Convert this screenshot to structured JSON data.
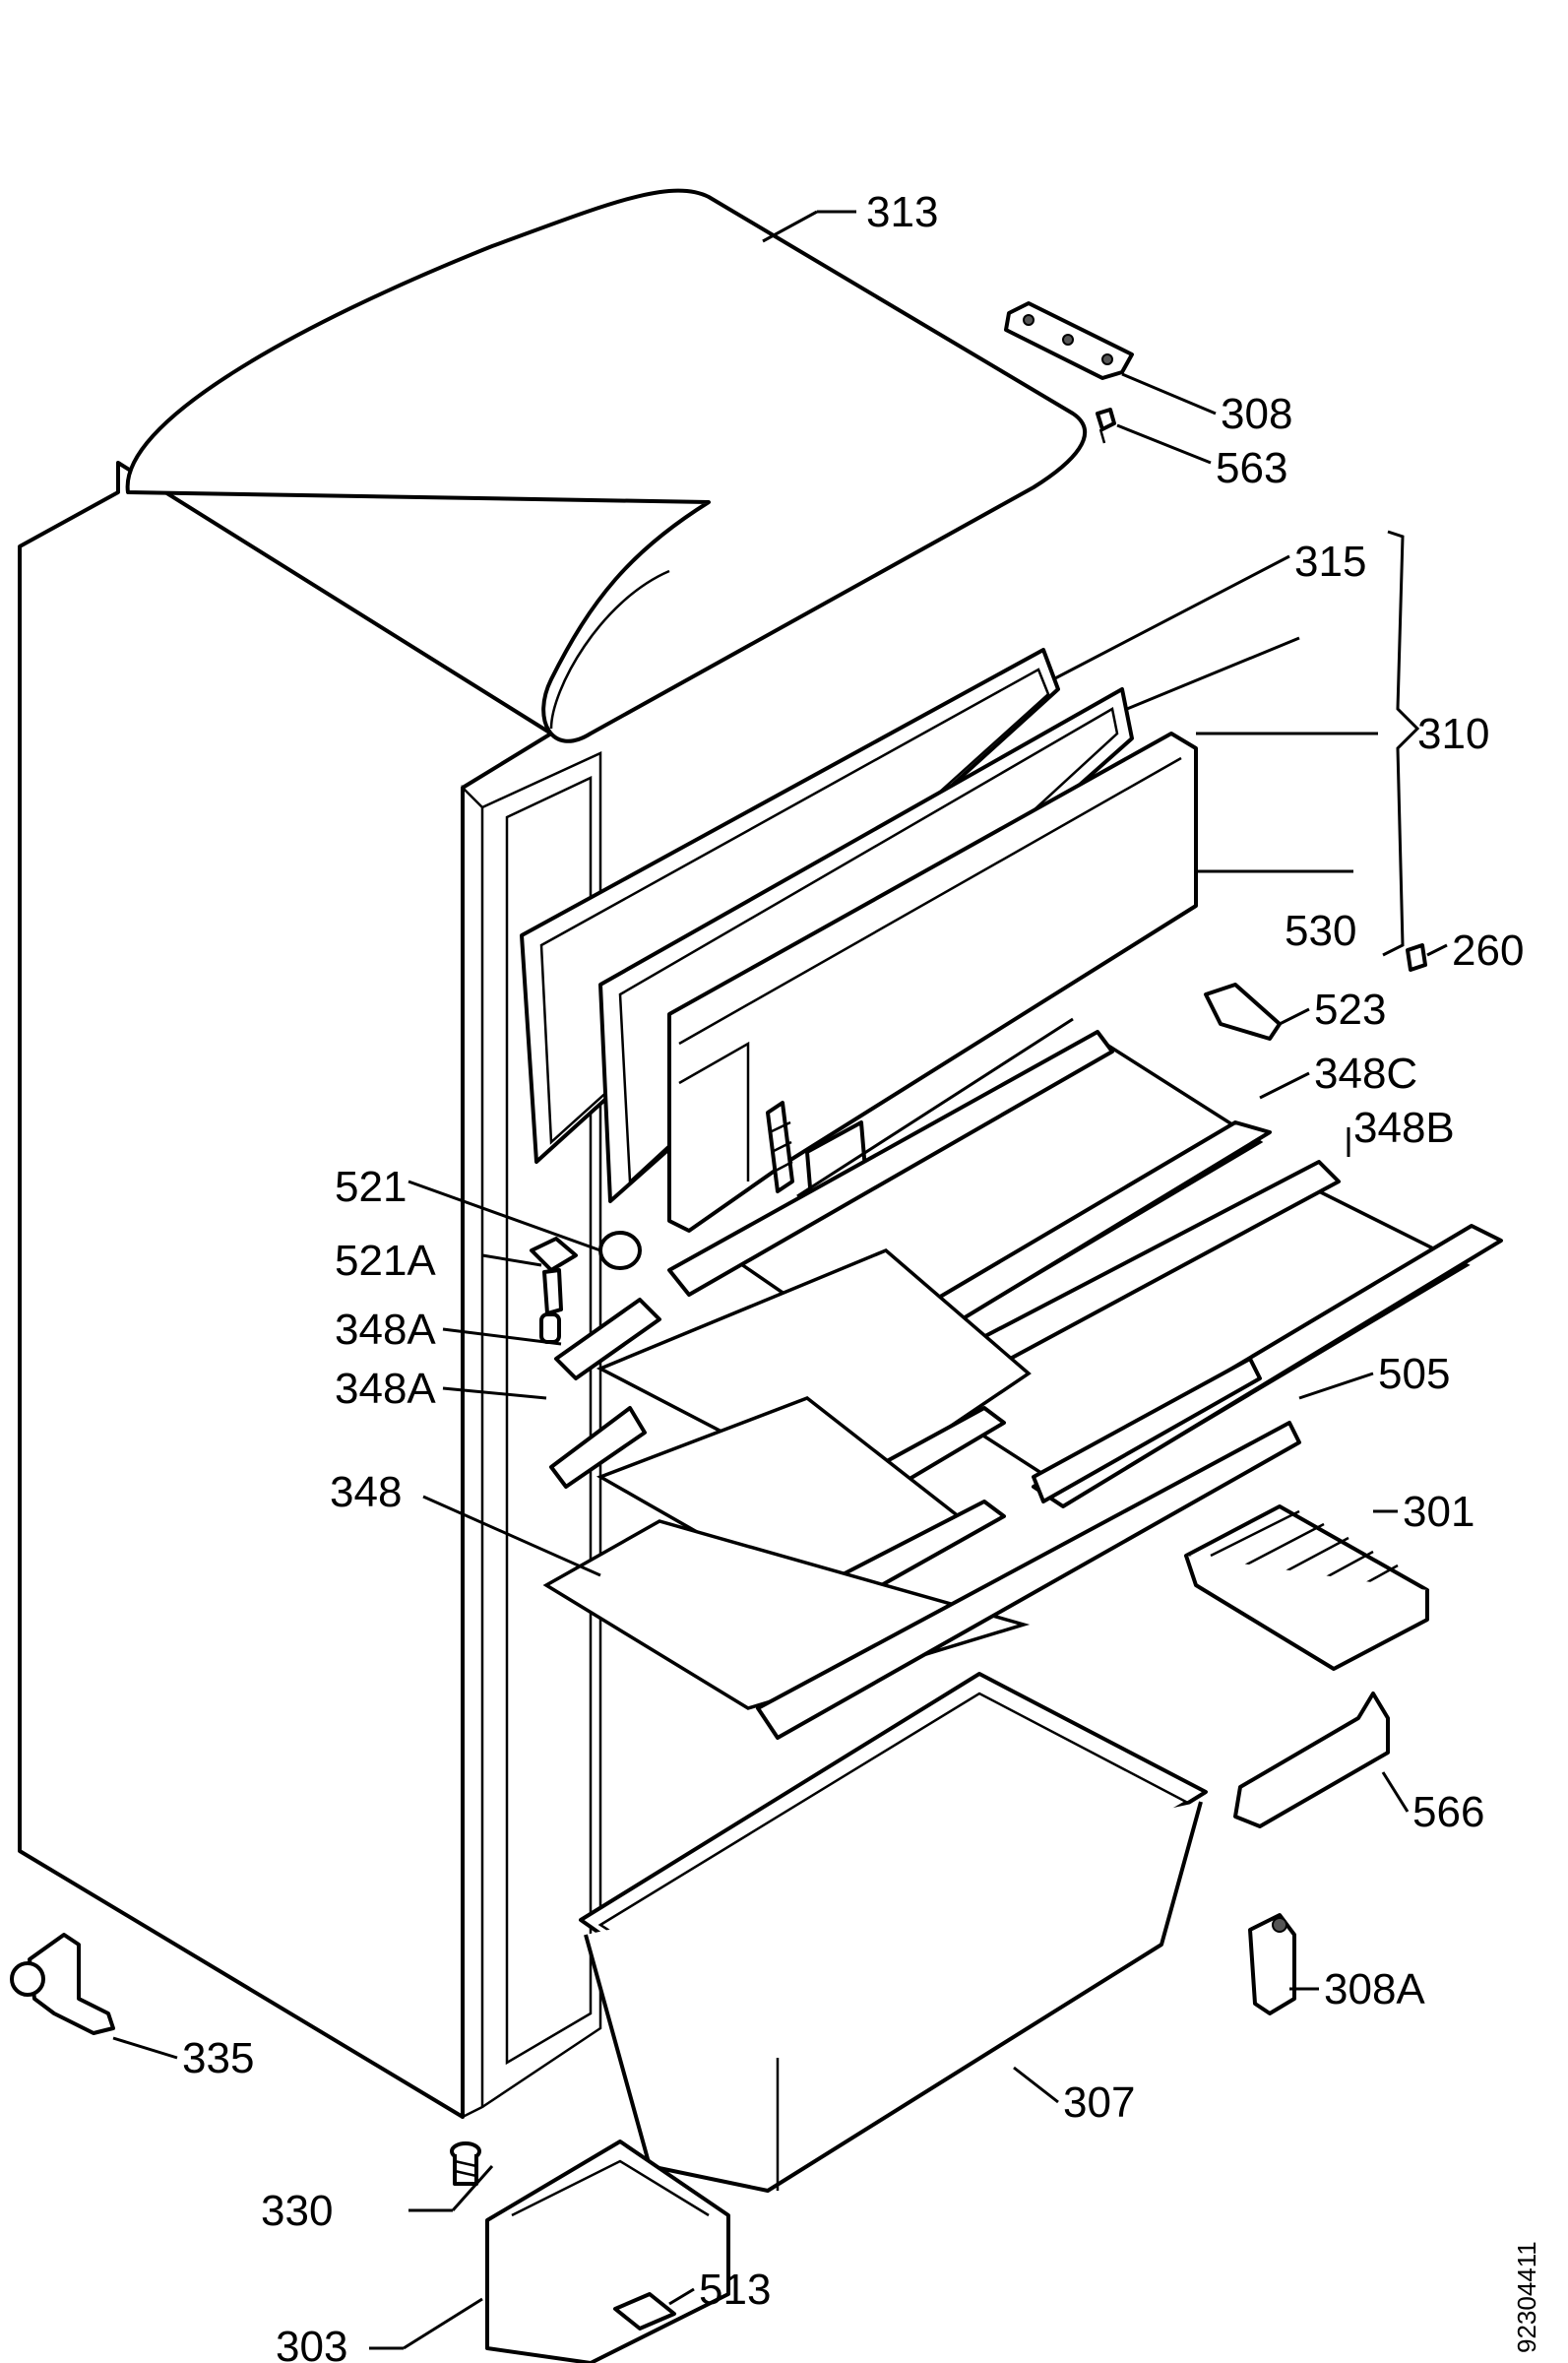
{
  "diagram": {
    "labels": [
      {
        "id": "313",
        "text": "313"
      },
      {
        "id": "308",
        "text": "308"
      },
      {
        "id": "563",
        "text": "563"
      },
      {
        "id": "315",
        "text": "315"
      },
      {
        "id": "310",
        "text": "310"
      },
      {
        "id": "530",
        "text": "530"
      },
      {
        "id": "260",
        "text": "260"
      },
      {
        "id": "523",
        "text": "523"
      },
      {
        "id": "348C",
        "text": "348C"
      },
      {
        "id": "348B",
        "text": "348B"
      },
      {
        "id": "521",
        "text": "521"
      },
      {
        "id": "521A",
        "text": "521A"
      },
      {
        "id": "348A1",
        "text": "348A"
      },
      {
        "id": "348A2",
        "text": "348A"
      },
      {
        "id": "505",
        "text": "505"
      },
      {
        "id": "348",
        "text": "348"
      },
      {
        "id": "301",
        "text": "301"
      },
      {
        "id": "566",
        "text": "566"
      },
      {
        "id": "308A",
        "text": "308A"
      },
      {
        "id": "335",
        "text": "335"
      },
      {
        "id": "307",
        "text": "307"
      },
      {
        "id": "330",
        "text": "330"
      },
      {
        "id": "513",
        "text": "513"
      },
      {
        "id": "303",
        "text": "303"
      }
    ],
    "document_number": "92304411"
  }
}
